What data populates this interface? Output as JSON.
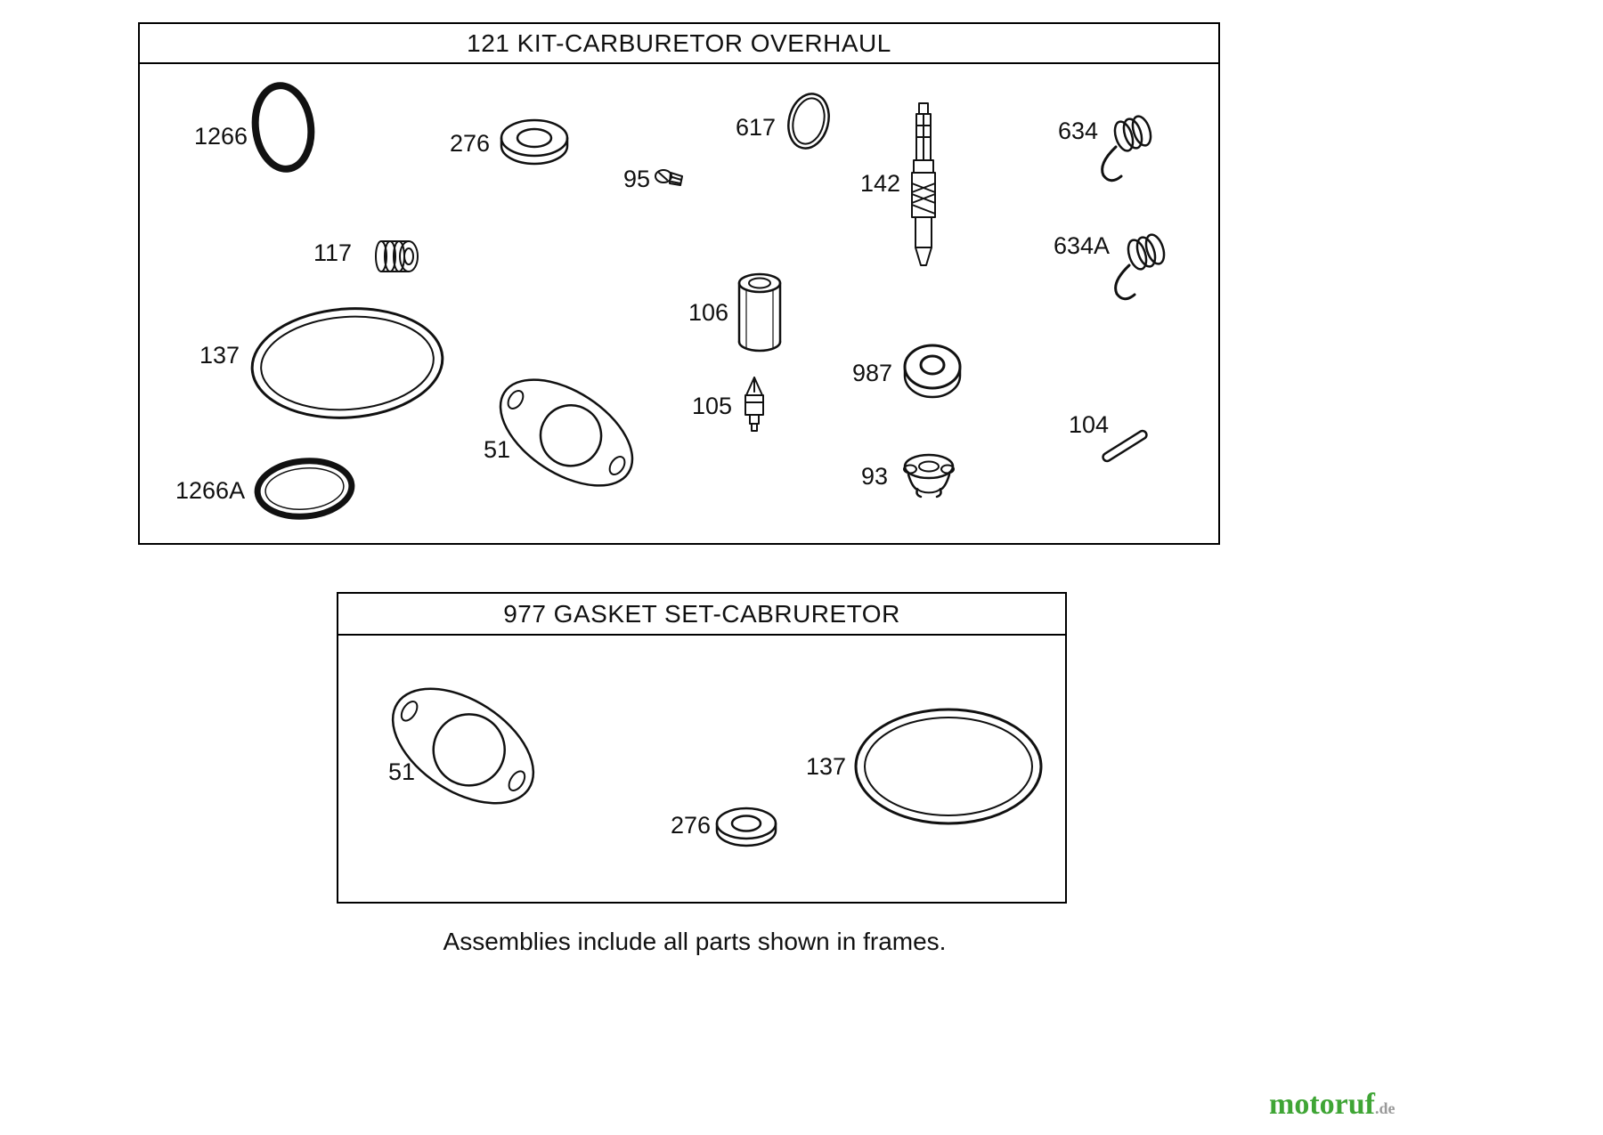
{
  "frame1": {
    "title": "121 KIT-CARBURETOR OVERHAUL",
    "parts": {
      "p1266": "1266",
      "p276": "276",
      "p617": "617",
      "p95": "95",
      "p142": "142",
      "p634": "634",
      "p117": "117",
      "p634a": "634A",
      "p106": "106",
      "p137": "137",
      "p987": "987",
      "p105": "105",
      "p51": "51",
      "p104": "104",
      "p93": "93",
      "p1266a": "1266A"
    }
  },
  "frame2": {
    "title": "977 GASKET SET-CABRURETOR",
    "parts": {
      "p51": "51",
      "p137": "137",
      "p276": "276"
    }
  },
  "footer": {
    "note": "Assemblies include all parts shown in frames."
  },
  "watermark": {
    "brand": "motoruf",
    "tld": ".de",
    "brand_color": "#3fa535"
  }
}
